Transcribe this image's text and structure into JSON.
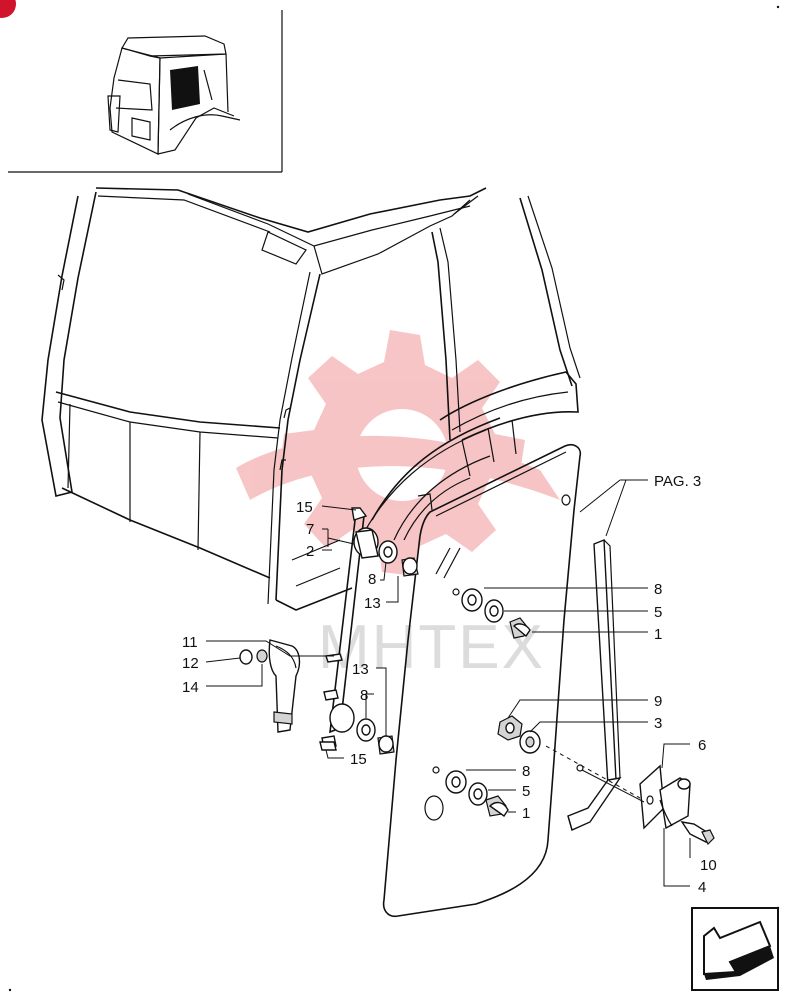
{
  "diagram": {
    "page_reference": "PAG. 3",
    "watermark": "MHTEX",
    "callouts": {
      "c15_top": "15",
      "c7": "7",
      "c2": "2",
      "c8_a": "8",
      "c13_a": "13",
      "c8_b": "8",
      "c5_a": "5",
      "c1_a": "1",
      "c11": "11",
      "c12": "12",
      "c14": "14",
      "c13_b": "13",
      "c8_c": "8",
      "c15_bottom": "15",
      "c9": "9",
      "c3": "3",
      "c8_d": "8",
      "c5_b": "5",
      "c1_b": "1",
      "c6": "6",
      "c10": "10",
      "c4": "4"
    }
  }
}
